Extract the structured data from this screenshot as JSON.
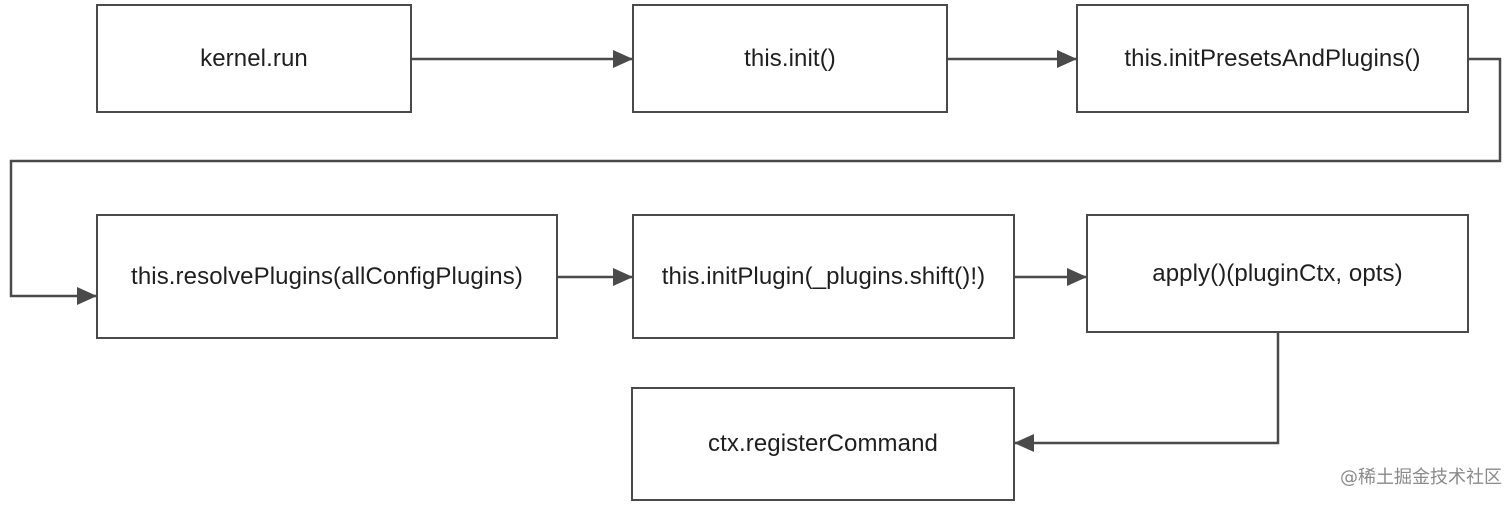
{
  "diagram": {
    "nodes": [
      {
        "id": "n1",
        "label": "kernel.run"
      },
      {
        "id": "n2",
        "label": "this.init()"
      },
      {
        "id": "n3",
        "label": "this.initPresetsAndPlugins()"
      },
      {
        "id": "n4",
        "label": "this.resolvePlugins(allConfigPlugins)"
      },
      {
        "id": "n5",
        "label": "this.initPlugin(_plugins.shift()!)"
      },
      {
        "id": "n6",
        "label": "apply()(pluginCtx, opts)"
      },
      {
        "id": "n7",
        "label": "ctx.registerCommand"
      }
    ],
    "edges": [
      {
        "from": "n1",
        "to": "n2"
      },
      {
        "from": "n2",
        "to": "n3"
      },
      {
        "from": "n3",
        "to": "n4"
      },
      {
        "from": "n4",
        "to": "n5"
      },
      {
        "from": "n5",
        "to": "n6"
      },
      {
        "from": "n6",
        "to": "n7"
      }
    ],
    "colors": {
      "stroke": "#4a4a4a",
      "text": "#1f1f1f",
      "background": "#ffffff"
    }
  },
  "watermark": "@稀土掘金技术社区"
}
